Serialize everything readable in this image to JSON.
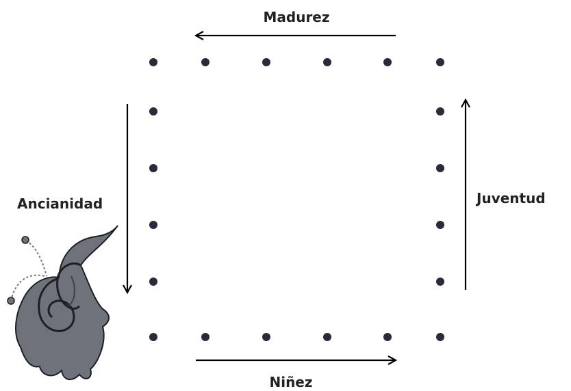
{
  "labels": {
    "top": "Madurez",
    "right": "Juventud",
    "bottom": "Niñez",
    "left": "Ancianidad"
  },
  "colors": {
    "dot": "#2a2a3a",
    "arrow": "#000000",
    "creature": "#6e727a",
    "creature_outline": "#1e1e24",
    "text": "#222222"
  },
  "dots": {
    "top_row": 6,
    "bottom_row": 6,
    "left_column_between": 4,
    "right_column_between": 4
  },
  "cycle_direction": [
    "bottom",
    "right",
    "top",
    "left"
  ],
  "icons": {
    "figure": "spiral-creature-icon"
  }
}
